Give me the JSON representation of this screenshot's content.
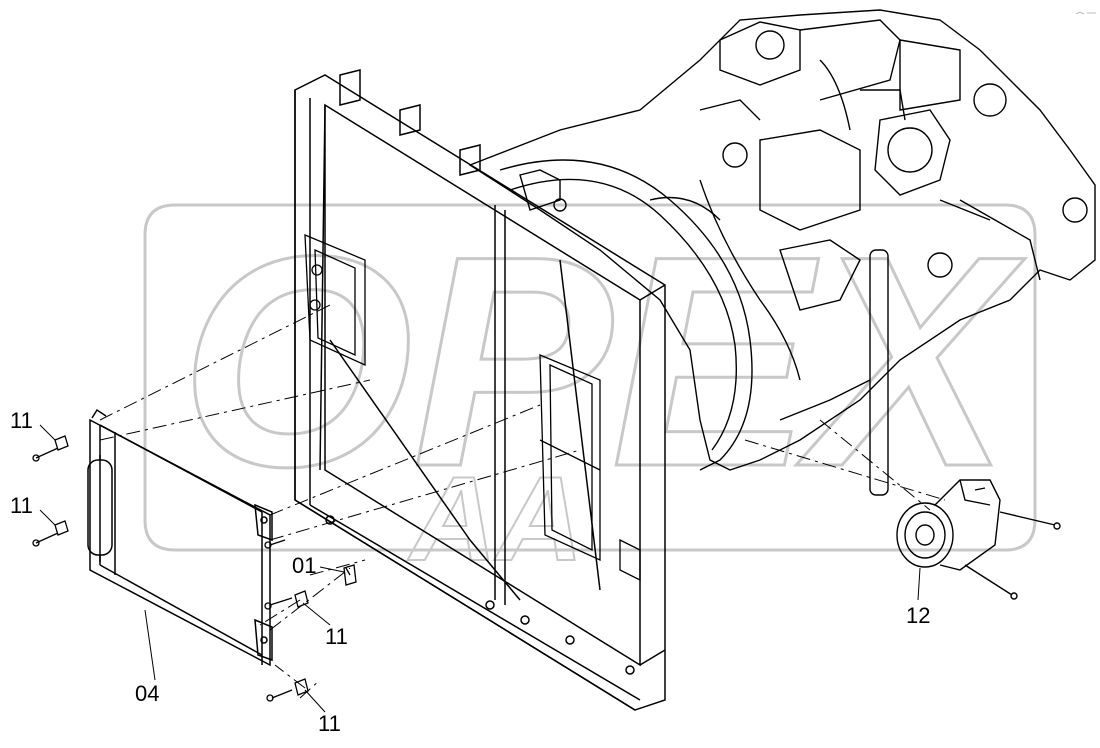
{
  "diagram": {
    "callouts": {
      "c11_a": "11",
      "c11_b": "11",
      "c01": "01",
      "c11_c": "11",
      "c04": "04",
      "c11_d": "11",
      "c12": "12"
    },
    "watermark": "OPEX",
    "colors": {
      "line": "#000000",
      "watermark": "#c8c8c8",
      "background": "#ffffff"
    }
  }
}
